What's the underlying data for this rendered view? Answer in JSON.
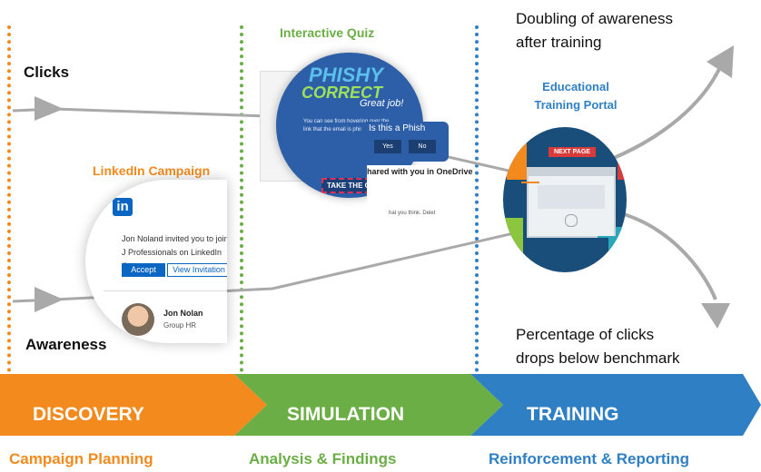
{
  "colors": {
    "discovery": "#F28A1E",
    "simulation": "#6AAE45",
    "training": "#2F7FC4",
    "arrow": "#A9A9A9",
    "quiz_bg": "#2D5FA8",
    "portal_bg": "#1A4E7A",
    "linkedin": "#0A66C2"
  },
  "labels": {
    "clicks": "Clicks",
    "awareness": "Awareness",
    "interactive_quiz": "Interactive Quiz",
    "linkedin_campaign": "LinkedIn Campaign",
    "portal_line1": "Educational",
    "portal_line2": "Training Portal"
  },
  "outcomes": {
    "up_line1": "Doubling of awareness",
    "up_line2": "after training",
    "down_line1": "Percentage of clicks",
    "down_line2": "drops below benchmark"
  },
  "phases": [
    {
      "name": "DISCOVERY",
      "subtitle": "Campaign Planning"
    },
    {
      "name": "SIMULATION",
      "subtitle": "Analysis & Findings"
    },
    {
      "name": "TRAINING",
      "subtitle": "Reinforcement & Reporting"
    }
  ],
  "linkedin_card": {
    "logo": "in",
    "message": "Jon Noland invited you to join J Professionals on LinkedIn Group",
    "accept": "Accept",
    "view_invitation": "View Invitation",
    "name": "Jon Nolan",
    "role": "Group HR"
  },
  "quiz_card": {
    "title1": "PHISHY",
    "title2": "CORRECT",
    "great_job": "Great job!",
    "body": "You can see from hovering over the link that the email is phishy",
    "popup_q": "Is this a Phish",
    "yes": "Yes",
    "no": "No",
    "shared": "hared with you in OneDrive",
    "cta": "TAKE THE QUIZ",
    "footer": "hat you think. Delet"
  },
  "portal_card": {
    "next_page": "NEXT PAGE"
  }
}
